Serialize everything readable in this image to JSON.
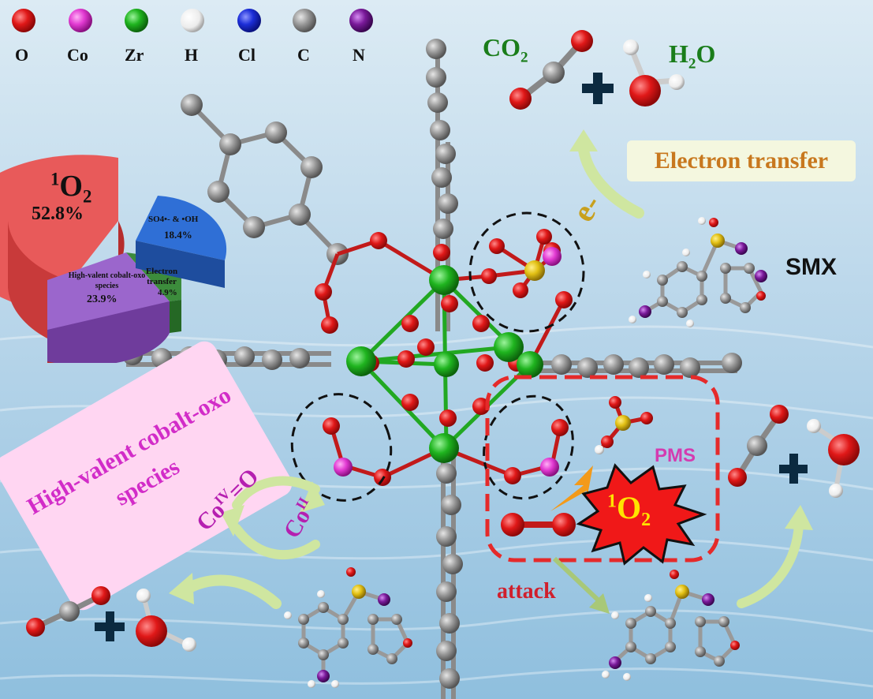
{
  "legend": [
    {
      "symbol": "O",
      "color": "#e01818"
    },
    {
      "symbol": "Co",
      "color": "#e23ad2"
    },
    {
      "symbol": "Zr",
      "color": "#1fb41f"
    },
    {
      "symbol": "H",
      "color": "#f4f4f4"
    },
    {
      "symbol": "Cl",
      "color": "#1c2ed8"
    },
    {
      "symbol": "C",
      "color": "#9a9a9a"
    },
    {
      "symbol": "N",
      "color": "#7a1a9a"
    }
  ],
  "products": {
    "co2_main": "CO",
    "co2_sub": "2",
    "h2o_main_a": "H",
    "h2o_sub": "2",
    "h2o_main_b": "O"
  },
  "electron_transfer": "Electron transfer",
  "electron_symbol": "e-",
  "smx_label": "SMX",
  "high_valent_label": "High-valent cobalt-oxo species",
  "cobalt": {
    "co4_main": "Co",
    "co4_sup": "IV",
    "co4_tail": "=O",
    "co2_main": "Co",
    "co2_sup": "II"
  },
  "pms_label": "PMS",
  "singlet_oxygen": {
    "sup": "1",
    "main": "O",
    "sub": "2"
  },
  "attack_label": "attack",
  "pie": {
    "type": "pie",
    "slices": [
      {
        "label_sup": "1",
        "label_main": "O",
        "label_sub": "2",
        "value": 52.8,
        "value_text": "52.8%",
        "color": "#e24848"
      },
      {
        "label": "SO4•- & •OH",
        "value": 18.4,
        "value_text": "18.4%",
        "color": "#2f6fd6"
      },
      {
        "label": "Electron transfer",
        "value": 4.9,
        "value_text": "4.9%",
        "color": "#3c8c3c"
      },
      {
        "label": "High-valent cobalt-oxo species",
        "value": 23.9,
        "value_text": "23.9%",
        "color": "#9a62c8"
      }
    ]
  }
}
